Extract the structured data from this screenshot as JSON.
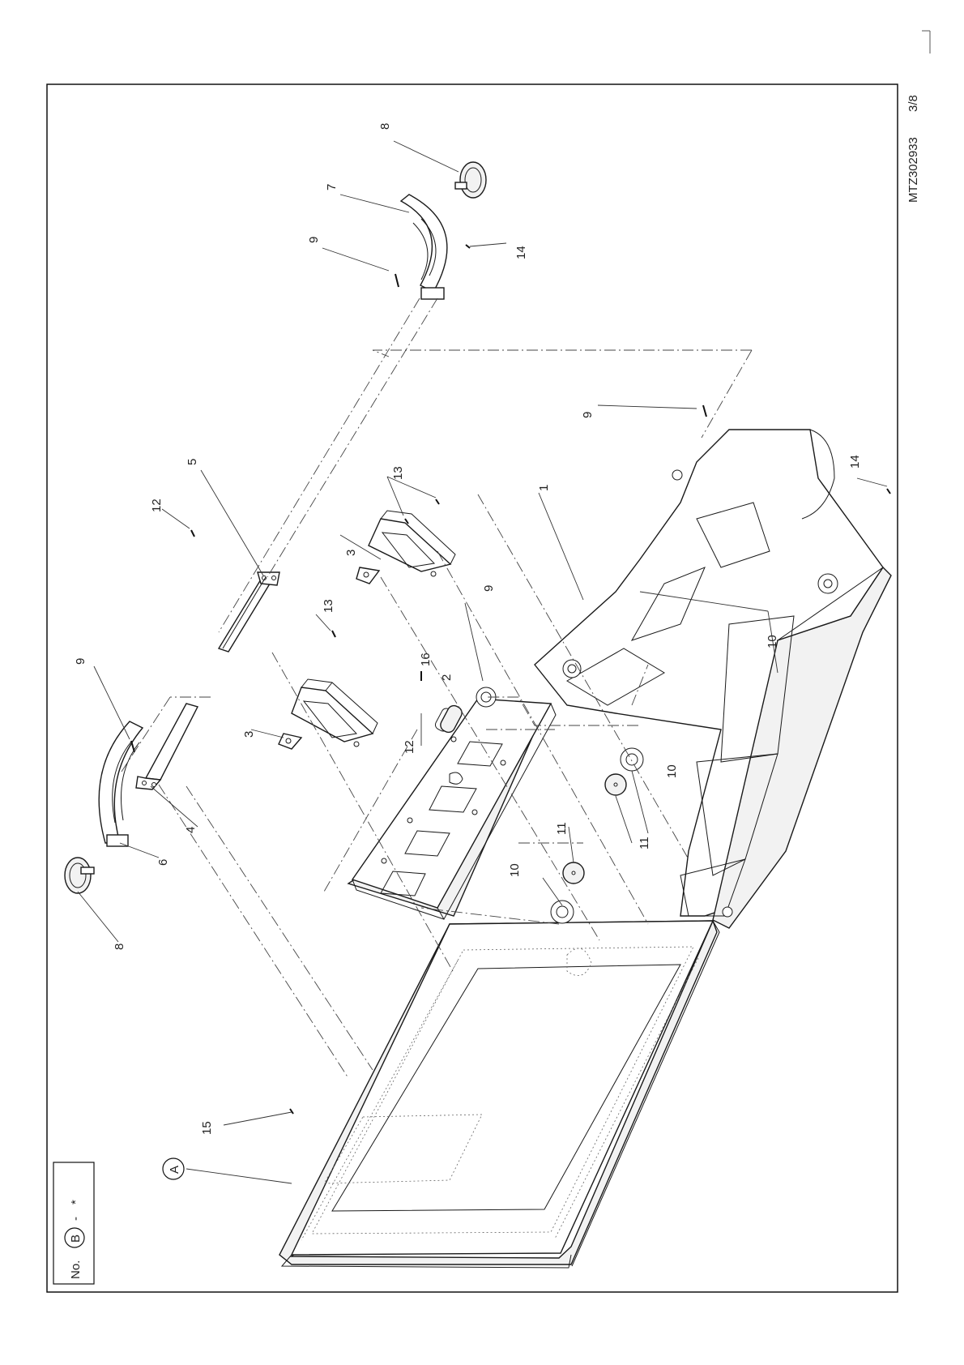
{
  "drawing_code": "MTZ302933",
  "sheet_number": "3/8",
  "legend": {
    "no": "No.",
    "letter": "B",
    "dash": "-",
    "star": "*"
  },
  "assembly_mark": "A",
  "callouts": {
    "p1": "1",
    "p2": "2",
    "p3a": "3",
    "p3b": "3",
    "p4": "4",
    "p5": "5",
    "p6": "6",
    "p7": "7",
    "p8a": "8",
    "p8b": "8",
    "p9a": "9",
    "p9b": "9",
    "p9c": "9",
    "p9d": "9",
    "p10a": "10",
    "p10b": "10",
    "p10c": "10",
    "p11a": "11",
    "p11b": "11",
    "p12a": "12",
    "p12b": "12",
    "p13a": "13",
    "p13b": "13",
    "p14a": "14",
    "p14b": "14",
    "p15": "15",
    "p16": "16"
  }
}
